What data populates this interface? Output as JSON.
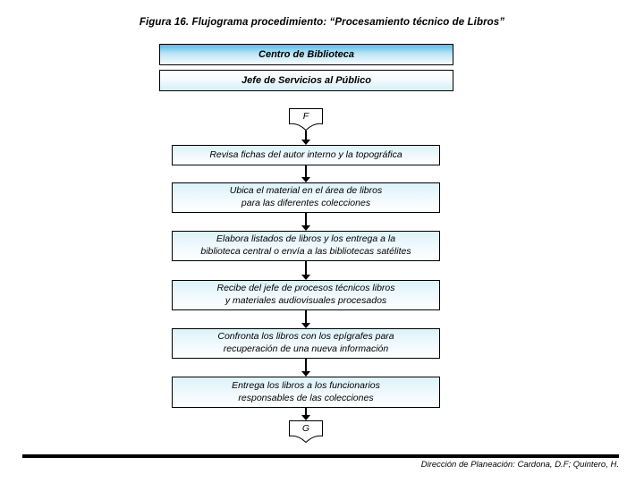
{
  "page": {
    "title": "Figura 16. Flujograma procedimiento: “Procesamiento técnico de Libros”",
    "footer_credit": "Dirección de Planeación: Cardona, D.F; Quintero, H."
  },
  "flowchart": {
    "lanes": [
      {
        "label": "Centro de Biblioteca"
      },
      {
        "label": "Jefe de Servicios al Público"
      }
    ],
    "entry_connector": {
      "label": "F"
    },
    "exit_connector": {
      "label": "G"
    },
    "steps": [
      {
        "text": "Revisa fichas del autor interno y la topográfica"
      },
      {
        "text": "Ubica el material en el área de libros\npara las diferentes colecciones"
      },
      {
        "text": "Elabora listados de libros y los entrega a la\nbiblioteca central o envía a las bibliotecas satélites"
      },
      {
        "text": "Recibe del jefe de procesos técnicos libros\ny materiales audiovisuales procesados"
      },
      {
        "text": "Confronta los libros con los epígrafes para\nrecuperación de una nueva información"
      },
      {
        "text": "Entrega los libros a los funcionarios\nresponsables de las colecciones"
      }
    ],
    "colors": {
      "lane1_gradient_top": "#55BBE8",
      "lane1_gradient_bottom": "#F7FCFE",
      "lane2_gradient_top": "#FFFFFF",
      "lane2_gradient_bottom": "#D5EEF7",
      "step_gradient_top": "#DCF2F9",
      "step_gradient_bottom": "#FEFFFF",
      "border": "#000000"
    }
  }
}
